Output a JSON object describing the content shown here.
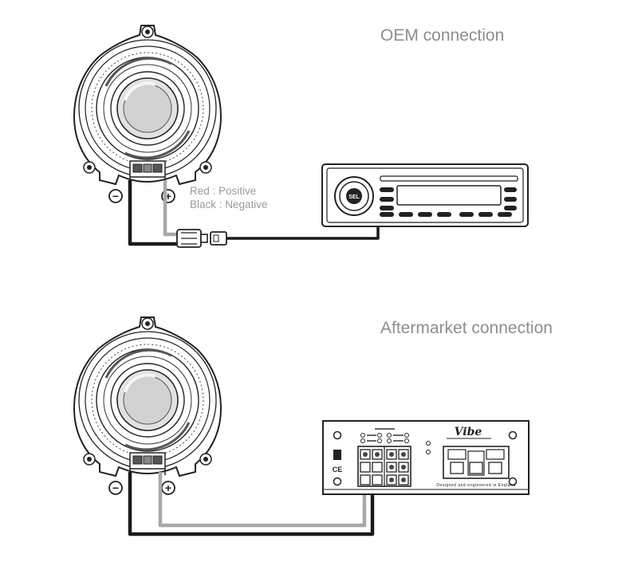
{
  "diagrams": {
    "oem": {
      "title": "OEM connection",
      "legend": {
        "red": "Red : Positive",
        "black": "Black : Negative"
      },
      "head_unit_button": "SEL"
    },
    "aftermarket": {
      "title": "Aftermarket connection",
      "amp_brand": "Vibe",
      "amp_tagline": "Designed and engineered in England"
    }
  },
  "symbols": {
    "negative": "−",
    "positive": "+"
  },
  "colors": {
    "positive_wire": "#a8a8a8",
    "negative_wire": "#1a1a1a",
    "line_art": "#222222",
    "label": "#8e8e8e"
  }
}
